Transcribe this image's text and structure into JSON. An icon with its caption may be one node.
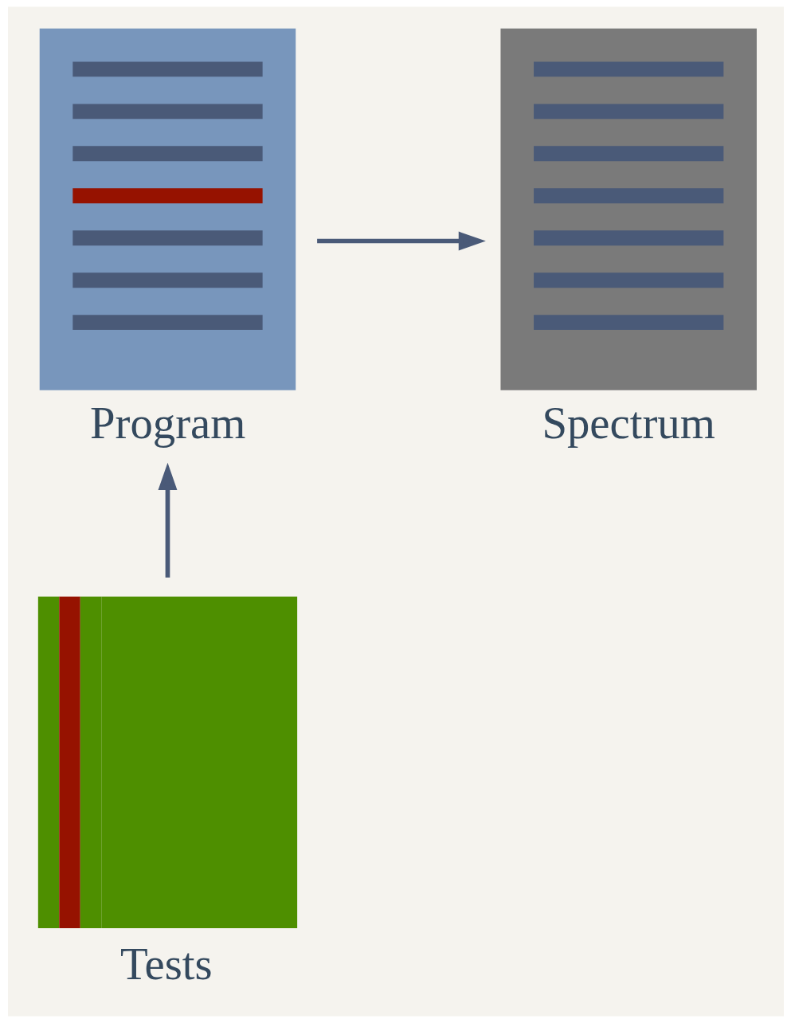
{
  "diagram": {
    "nodes": [
      {
        "text": [
          "Program"
        ]
      },
      {
        "text": [
          "Spectrum"
        ]
      },
      {
        "text": [
          "Tests"
        ]
      }
    ],
    "edges": [
      {
        "from": 2,
        "to": 0,
        "arrow": "to"
      },
      {
        "from": 0,
        "to": 1,
        "arrow": "to"
      }
    ]
  }
}
